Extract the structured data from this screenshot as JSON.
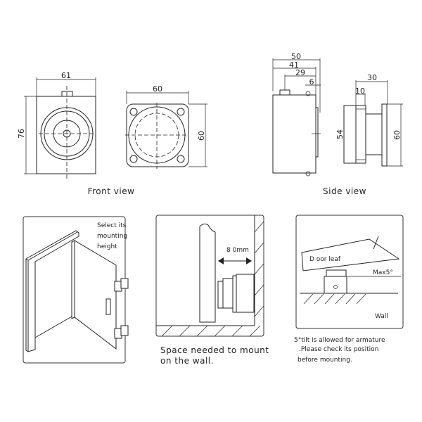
{
  "front_view": {
    "label": "Front view",
    "width_dim": "61",
    "height_dim": "76",
    "plate_width_dim": "60",
    "plate_height_dim": "60"
  },
  "side_view": {
    "label": "Side view",
    "dims": [
      "50",
      "41",
      "29",
      "6"
    ],
    "armature_dims": {
      "total": "30",
      "plate": "10",
      "height_small": "54",
      "height_large": "60"
    }
  },
  "panel_door": {
    "lines": [
      "Select its",
      "mounting",
      "height"
    ]
  },
  "panel_space": {
    "distance": "8 0mm",
    "caption": [
      "Space needed to mount",
      "on the wall."
    ]
  },
  "panel_tilt": {
    "door_leaf": "D oor leaf",
    "max_angle": "Max5°",
    "wall": "Wall",
    "caption": [
      "5°tilt is allowed for armature",
      ".Please check its position",
      "before mounting."
    ]
  }
}
